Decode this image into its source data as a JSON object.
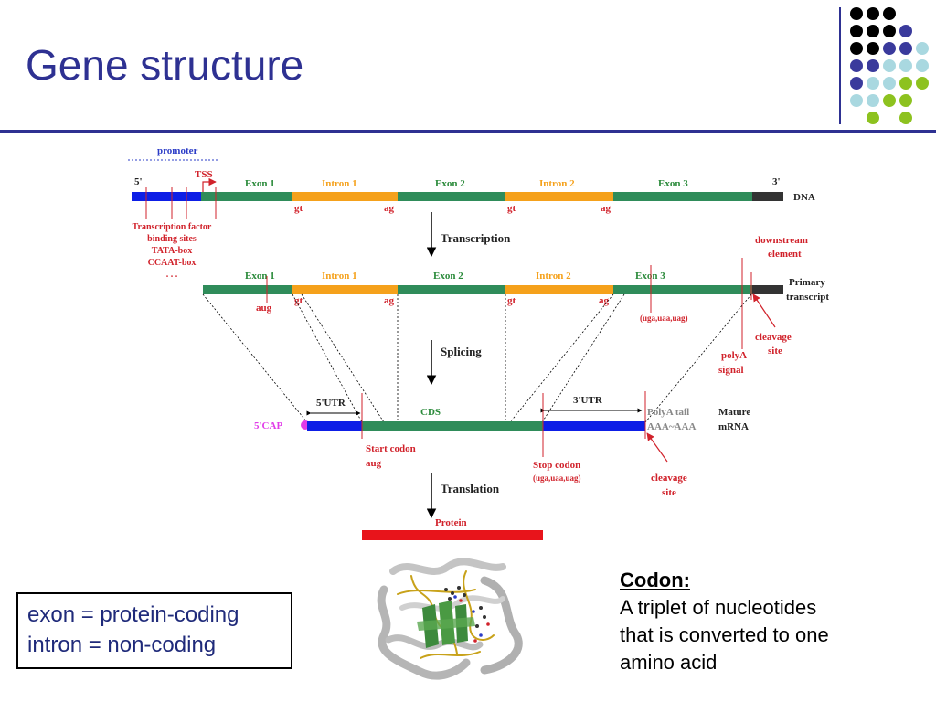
{
  "slide": {
    "title": "Gene structure",
    "colors": {
      "title": "#2e3192",
      "dot_black": "#000000",
      "dot_purple": "#3a3a9c",
      "dot_lightblue": "#a9d8e0",
      "dot_green": "#8dc21f"
    }
  },
  "diagram": {
    "colors": {
      "exon": "#2f8c5a",
      "intron": "#f5a11b",
      "utr": "#0d1ee6",
      "label_red": "#d1222b",
      "label_green": "#2a8a3a",
      "label_orange": "#f5a11b",
      "text_dark": "#222222",
      "cap": "#e13be8",
      "protein": "#e8141b",
      "promoter": "#2b3cc7"
    },
    "dna_row": {
      "promoter": "promoter",
      "five_prime": "5'",
      "tss": "TSS",
      "exon1": "Exon 1",
      "intron1": "Intron 1",
      "exon2": "Exon 2",
      "intron2": "Intron 2",
      "exon3": "Exon 3",
      "three_prime": "3'",
      "dna": "DNA",
      "gt1": "gt",
      "ag1": "ag",
      "gt2": "gt",
      "ag2": "ag",
      "tf_lines": [
        "Transcription factor",
        "binding sites",
        "TATA-box",
        "CCAAT-box",
        ". . ."
      ]
    },
    "transcription": "Transcription",
    "primary_row": {
      "exon1": "Exon 1",
      "intron1": "Intron 1",
      "exon2": "Exon 2",
      "intron2": "Intron 2",
      "exon3": "Exon 3",
      "aug": "aug",
      "gt1": "gt",
      "ag1": "ag",
      "gt2": "gt",
      "ag2": "ag",
      "stop": "(uga,uaa,uag)",
      "downstream": [
        "downstream",
        "element"
      ],
      "primary": [
        "Primary",
        "transcript"
      ],
      "cleavage": [
        "cleavage",
        "site"
      ],
      "polya": [
        "polyA",
        "signal"
      ]
    },
    "splicing": "Splicing",
    "mrna_row": {
      "utr5": "5'UTR",
      "cds": "CDS",
      "utr3": "3'UTR",
      "polya_tail": [
        "PolyA tail",
        "AAA~AAA"
      ],
      "mature": [
        "Mature",
        "mRNA"
      ],
      "cap": "5'CAP",
      "start_codon": [
        "Start codon",
        "aug"
      ],
      "stop_codon": [
        "Stop codon",
        "(uga,uaa,uag)"
      ],
      "cleavage": [
        "cleavage",
        "site"
      ]
    },
    "translation": "Translation",
    "protein": "Protein"
  },
  "note": {
    "line1": "exon  = protein-coding",
    "line2": "intron = non-coding"
  },
  "codon": {
    "heading": "Codon:",
    "line1": "A triplet of nucleotides",
    "line2": "that is converted to one",
    "line3": "amino acid"
  }
}
